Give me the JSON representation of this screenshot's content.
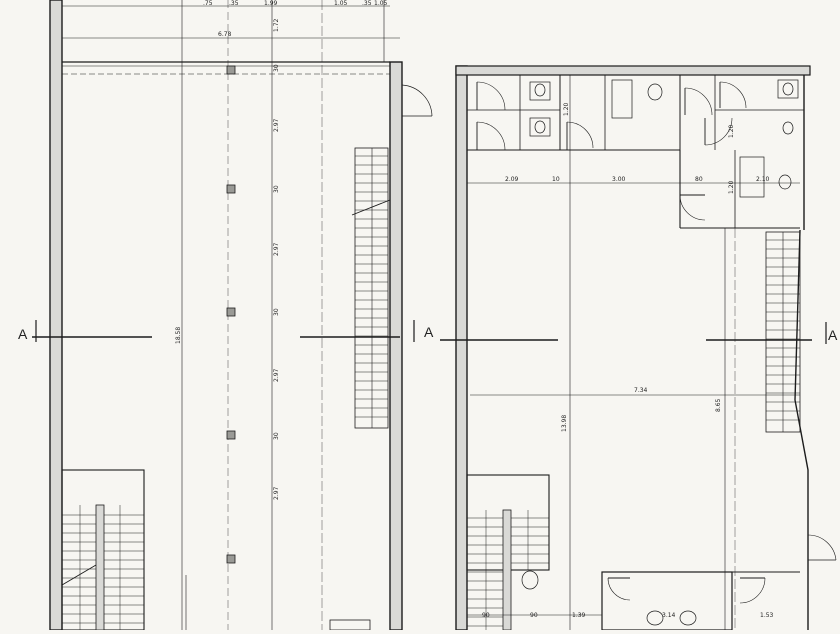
{
  "colors": {
    "ink": "#1c1c1c",
    "paper": "#f7f6f2",
    "wall_fill": "#d9d9d6",
    "light_line": "#6f6f6f"
  },
  "section_marks": {
    "left_plan_a": "A",
    "right_plan_a": "A",
    "right_plan_a_end": "A"
  },
  "left_plan": {
    "top_dims": [
      ".75",
      ".35",
      "1.99",
      "1.05",
      ".35",
      "1.05"
    ],
    "overall_width": "6.78",
    "overall_length": "18.58",
    "column_dims": [
      "30",
      "2.97",
      "30",
      "2.97",
      "30",
      "2.97",
      "30",
      "2.97"
    ],
    "top_extra": "1.72"
  },
  "right_plan": {
    "dims_row": [
      "2.09",
      "10",
      "3.00",
      "80",
      "2.10"
    ],
    "overall_width": "7.34",
    "inner_length": "13.98",
    "side_length": "8.65",
    "small_dims": [
      "1.20",
      "1.20",
      "1.20"
    ],
    "bottom_dims": [
      "90",
      "90",
      "1.39",
      "3.14",
      "1.53"
    ]
  }
}
